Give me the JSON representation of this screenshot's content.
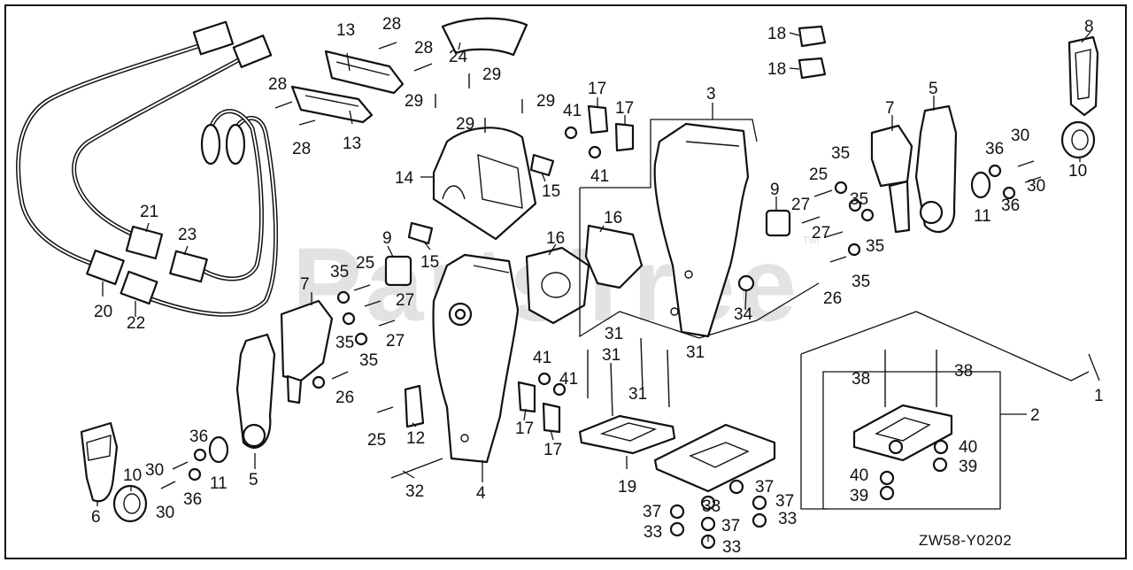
{
  "diagram": {
    "figure_code": "ZW58-Y0202",
    "watermark": {
      "text": "PartsTree",
      "mark": "™"
    },
    "callouts": [
      {
        "id": "c1",
        "label": "1"
      },
      {
        "id": "c2",
        "label": "2"
      },
      {
        "id": "c3",
        "label": "3"
      },
      {
        "id": "c4",
        "label": "4"
      },
      {
        "id": "c5a",
        "label": "5"
      },
      {
        "id": "c5b",
        "label": "5"
      },
      {
        "id": "c6",
        "label": "6"
      },
      {
        "id": "c7a",
        "label": "7"
      },
      {
        "id": "c7b",
        "label": "7"
      },
      {
        "id": "c8",
        "label": "8"
      },
      {
        "id": "c9a",
        "label": "9"
      },
      {
        "id": "c9b",
        "label": "9"
      },
      {
        "id": "c10a",
        "label": "10"
      },
      {
        "id": "c10b",
        "label": "10"
      },
      {
        "id": "c11a",
        "label": "11"
      },
      {
        "id": "c11b",
        "label": "11"
      },
      {
        "id": "c12",
        "label": "12"
      },
      {
        "id": "c13a",
        "label": "13"
      },
      {
        "id": "c13b",
        "label": "13"
      },
      {
        "id": "c14",
        "label": "14"
      },
      {
        "id": "c15a",
        "label": "15"
      },
      {
        "id": "c15b",
        "label": "15"
      },
      {
        "id": "c16a",
        "label": "16"
      },
      {
        "id": "c16b",
        "label": "16"
      },
      {
        "id": "c17a",
        "label": "17"
      },
      {
        "id": "c17b",
        "label": "17"
      },
      {
        "id": "c17c",
        "label": "17"
      },
      {
        "id": "c17d",
        "label": "17"
      },
      {
        "id": "c18a",
        "label": "18"
      },
      {
        "id": "c18b",
        "label": "18"
      },
      {
        "id": "c19",
        "label": "19"
      },
      {
        "id": "c20",
        "label": "20"
      },
      {
        "id": "c21",
        "label": "21"
      },
      {
        "id": "c22",
        "label": "22"
      },
      {
        "id": "c23",
        "label": "23"
      },
      {
        "id": "c24",
        "label": "24"
      },
      {
        "id": "c25a",
        "label": "25"
      },
      {
        "id": "c25b",
        "label": "25"
      },
      {
        "id": "c25c",
        "label": "25"
      },
      {
        "id": "c26a",
        "label": "26"
      },
      {
        "id": "c26b",
        "label": "26"
      },
      {
        "id": "c27a",
        "label": "27"
      },
      {
        "id": "c27b",
        "label": "27"
      },
      {
        "id": "c27c",
        "label": "27"
      },
      {
        "id": "c27d",
        "label": "27"
      },
      {
        "id": "c28a",
        "label": "28"
      },
      {
        "id": "c28b",
        "label": "28"
      },
      {
        "id": "c28c",
        "label": "28"
      },
      {
        "id": "c28d",
        "label": "28"
      },
      {
        "id": "c29a",
        "label": "29"
      },
      {
        "id": "c29b",
        "label": "29"
      },
      {
        "id": "c29c",
        "label": "29"
      },
      {
        "id": "c29d",
        "label": "29"
      },
      {
        "id": "c30a",
        "label": "30"
      },
      {
        "id": "c30b",
        "label": "30"
      },
      {
        "id": "c30c",
        "label": "30"
      },
      {
        "id": "c30d",
        "label": "30"
      },
      {
        "id": "c31a",
        "label": "31"
      },
      {
        "id": "c31b",
        "label": "31"
      },
      {
        "id": "c31c",
        "label": "31"
      },
      {
        "id": "c31d",
        "label": "31"
      },
      {
        "id": "c32",
        "label": "32"
      },
      {
        "id": "c33a",
        "label": "33"
      },
      {
        "id": "c33b",
        "label": "33"
      },
      {
        "id": "c33c",
        "label": "33"
      },
      {
        "id": "c33d",
        "label": "33"
      },
      {
        "id": "c34",
        "label": "34"
      },
      {
        "id": "c35a",
        "label": "35"
      },
      {
        "id": "c35b",
        "label": "35"
      },
      {
        "id": "c35c",
        "label": "35"
      },
      {
        "id": "c35d",
        "label": "35"
      },
      {
        "id": "c35e",
        "label": "35"
      },
      {
        "id": "c35f",
        "label": "35"
      },
      {
        "id": "c35g",
        "label": "35"
      },
      {
        "id": "c36a",
        "label": "36"
      },
      {
        "id": "c36b",
        "label": "36"
      },
      {
        "id": "c36c",
        "label": "36"
      },
      {
        "id": "c36d",
        "label": "36"
      },
      {
        "id": "c37a",
        "label": "37"
      },
      {
        "id": "c37b",
        "label": "37"
      },
      {
        "id": "c37c",
        "label": "37"
      },
      {
        "id": "c37d",
        "label": "37"
      },
      {
        "id": "c38a",
        "label": "38"
      },
      {
        "id": "c38b",
        "label": "38"
      },
      {
        "id": "c39a",
        "label": "39"
      },
      {
        "id": "c39b",
        "label": "39"
      },
      {
        "id": "c40a",
        "label": "40"
      },
      {
        "id": "c40b",
        "label": "40"
      },
      {
        "id": "c41a",
        "label": "41"
      },
      {
        "id": "c41b",
        "label": "41"
      },
      {
        "id": "c41c",
        "label": "41"
      },
      {
        "id": "c41d",
        "label": "41"
      }
    ]
  }
}
